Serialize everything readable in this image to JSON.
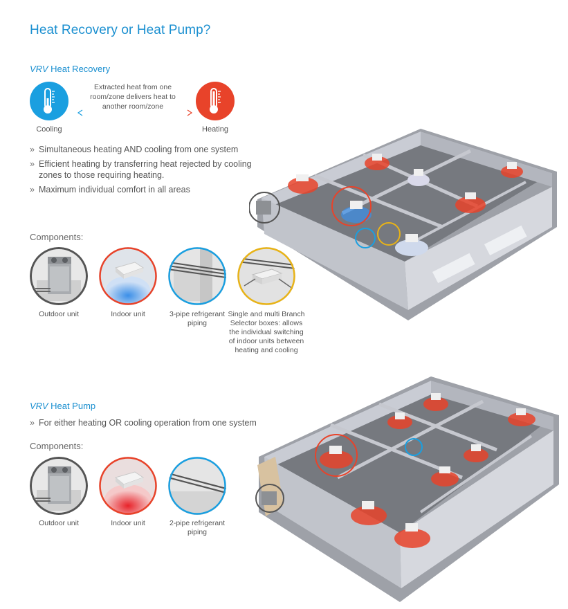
{
  "title": "Heat Recovery or Heat Pump?",
  "heat_recovery": {
    "heading_brand": "VRV",
    "heading_rest": " Heat Recovery",
    "cooling_label": "Cooling",
    "heating_label": "Heating",
    "arrow_text": "Extracted heat from one room/zone delivers heat to another room/zone",
    "bullets": [
      "Simultaneous heating AND cooling from one system",
      "Efficient heating by transferring heat rejected by cooling zones to those requiring heating.",
      "Maximum individual comfort in all areas"
    ],
    "components_title": "Components:",
    "components": [
      {
        "label": "Outdoor unit"
      },
      {
        "label": "Indoor unit"
      },
      {
        "label": "3-pipe refrigerant piping"
      },
      {
        "label": "Single and multi Branch Selector boxes: allows the individual switching of indoor units between heating and cooling"
      }
    ]
  },
  "heat_pump": {
    "heading_brand": "VRV",
    "heading_rest": " Heat Pump",
    "bullets": [
      "For either heating OR cooling operation from one system"
    ],
    "components_title": "Components:",
    "components": [
      {
        "label": "Outdoor unit"
      },
      {
        "label": "Indoor unit"
      },
      {
        "label": "2-pipe refrigerant piping"
      }
    ]
  },
  "colors": {
    "accent_blue": "#1a8fd0",
    "heating_red": "#e8432a",
    "cooling_blue": "#1a9fe0",
    "ring_grey": "#555555",
    "ring_yellow": "#e8b317"
  },
  "icons": {
    "cooling": "thermometer-cold-icon",
    "heating": "thermometer-hot-icon"
  }
}
